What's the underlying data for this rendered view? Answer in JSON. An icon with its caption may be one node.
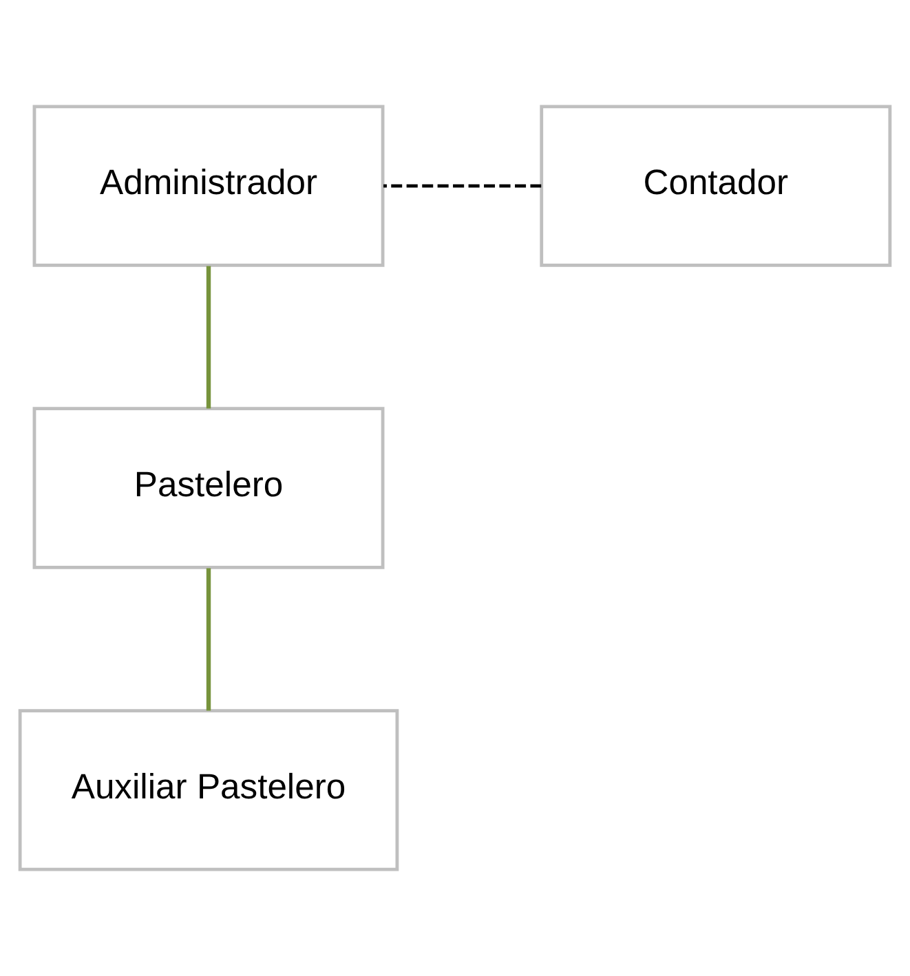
{
  "diagram": {
    "nodes": [
      {
        "text": [
          "Administrador"
        ]
      },
      {
        "text": [
          "Contador"
        ]
      },
      {
        "text": [
          "Pastelero"
        ]
      },
      {
        "text": [
          "Auxiliar Pastelero"
        ]
      }
    ],
    "edges": [
      {
        "from": 0,
        "to": 2,
        "arrow": "none"
      },
      {
        "from": 1,
        "to": 0,
        "arrow": "none",
        "style": "dashed",
        "color": "#000000"
      },
      {
        "from": 2,
        "to": 3,
        "arrow": "none"
      }
    ]
  }
}
